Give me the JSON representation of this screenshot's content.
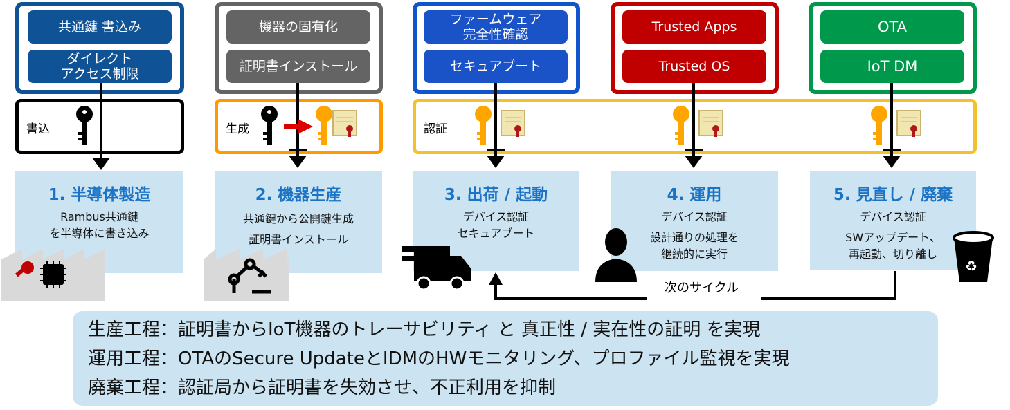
{
  "top_groups": [
    {
      "items": [
        "共通鍵 書込み",
        "ダイレクト\nアクセス制限"
      ],
      "color": "#0f5396",
      "outline": "#0f5396"
    },
    {
      "items": [
        "機器の固有化",
        "証明書インストール"
      ],
      "color": "#646464",
      "outline": "#646464"
    },
    {
      "items": [
        "ファームウェア\n完全性確認",
        "セキュアブート"
      ],
      "color": "#1a52c7",
      "outline": "#1155cc"
    },
    {
      "items": [
        "Trusted Apps",
        "Trusted OS"
      ],
      "color": "#c00000",
      "outline": "#c00000"
    },
    {
      "items": [
        "OTA",
        "IoT DM"
      ],
      "color": "#00994c",
      "outline": "#00994c"
    }
  ],
  "middle": {
    "write": "書込",
    "generate": "生成",
    "auth": "認証"
  },
  "stages": [
    {
      "title": "1. 半導体製造",
      "lines": [
        "Rambus共通鍵",
        "を半導体に書き込み"
      ]
    },
    {
      "title": "2.  機器生産",
      "lines": [
        "共通鍵から公開鍵生成",
        "証明書インストール"
      ]
    },
    {
      "title": "3.  出荷 / 起動",
      "lines": [
        "デバイス認証",
        "セキュアブート"
      ]
    },
    {
      "title": "4.  運用",
      "lines": [
        "デバイス認証",
        "設計通りの処理を",
        "継続的に実行"
      ]
    },
    {
      "title": "5.  見直し / 廃棄",
      "lines": [
        "デバイス認証",
        "SWアップデート、",
        "再起動、切り離し"
      ]
    }
  ],
  "cycle_label": "次のサイクル",
  "summary": [
    "生産工程：証明書からIoT機器のトレーサビリティ と 真正性 / 実在性の証明 を実現",
    "運用工程：OTAのSecure UpdateとIDMのHWモニタリング、プロファイル監視を実現",
    "廃棄工程：認証局から証明書を失効させ、不正利用を抑制"
  ]
}
